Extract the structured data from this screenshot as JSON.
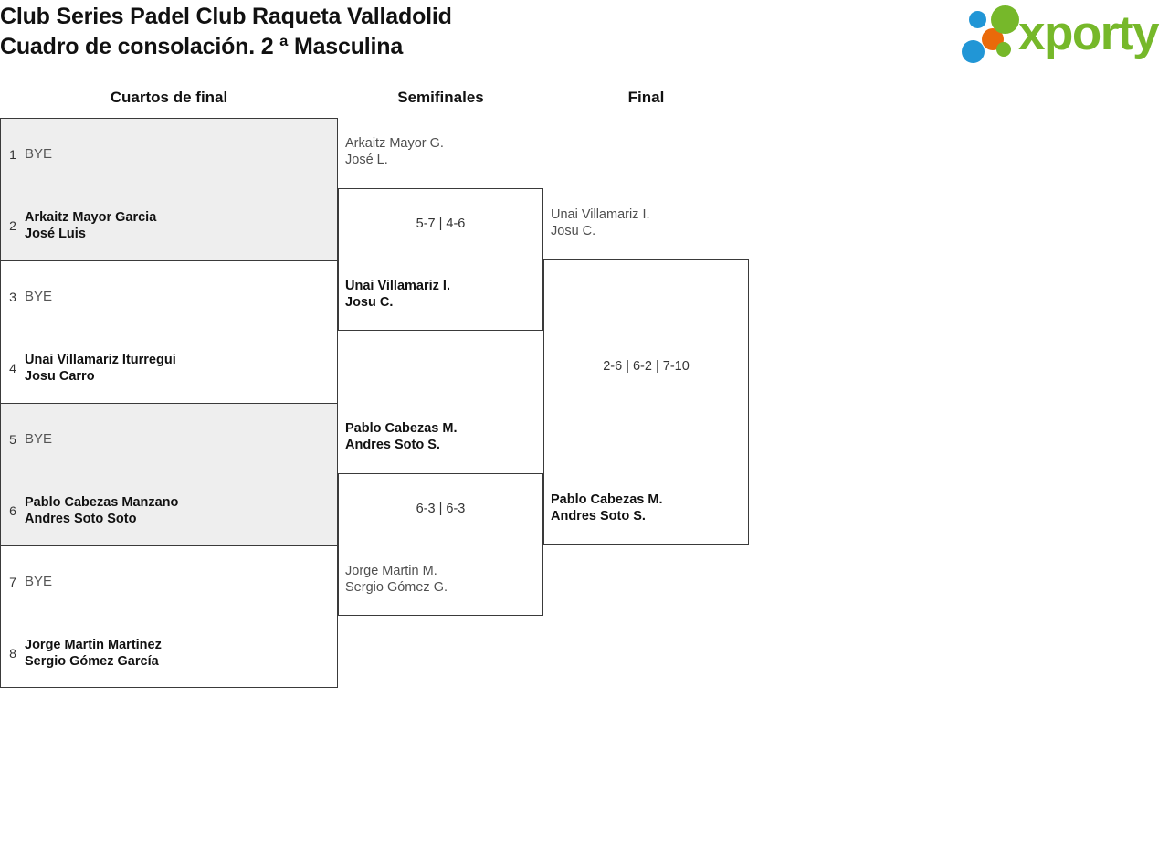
{
  "header": {
    "title_line1": "Club Series Padel Club Raqueta Valladolid",
    "title_line2": "Cuadro de consolación. 2 ª Masculina",
    "logo_text": "xporty",
    "logo_colors": {
      "green": "#76b82a",
      "blue": "#2196d6",
      "orange": "#ea6a0a"
    }
  },
  "rounds": [
    {
      "label": "Cuartos de final"
    },
    {
      "label": "Semifinales"
    },
    {
      "label": "Final"
    }
  ],
  "quarterfinals": [
    {
      "shaded": true,
      "top": {
        "seed": "1",
        "lines": [
          "BYE"
        ],
        "status": "bye"
      },
      "bottom": {
        "seed": "2",
        "lines": [
          "Arkaitz Mayor Garcia",
          "José Luis"
        ],
        "status": "winner"
      }
    },
    {
      "shaded": false,
      "top": {
        "seed": "3",
        "lines": [
          "BYE"
        ],
        "status": "bye"
      },
      "bottom": {
        "seed": "4",
        "lines": [
          "Unai Villamariz Iturregui",
          "Josu Carro"
        ],
        "status": "winner"
      }
    },
    {
      "shaded": true,
      "top": {
        "seed": "5",
        "lines": [
          "BYE"
        ],
        "status": "bye"
      },
      "bottom": {
        "seed": "6",
        "lines": [
          "Pablo Cabezas Manzano",
          "Andres Soto Soto"
        ],
        "status": "winner"
      }
    },
    {
      "shaded": false,
      "top": {
        "seed": "7",
        "lines": [
          "BYE"
        ],
        "status": "bye"
      },
      "bottom": {
        "seed": "8",
        "lines": [
          "Jorge Martin Martinez",
          "Sergio Gómez García"
        ],
        "status": "winner"
      }
    }
  ],
  "semifinals": [
    {
      "top": {
        "lines": [
          "Arkaitz Mayor G.",
          "José L."
        ],
        "status": "loser"
      },
      "bottom": {
        "lines": [
          "Unai Villamariz I.",
          "Josu C."
        ],
        "status": "winner"
      },
      "score": "5-7 | 4-6"
    },
    {
      "top": {
        "lines": [
          "Pablo Cabezas M.",
          "Andres Soto S."
        ],
        "status": "winner"
      },
      "bottom": {
        "lines": [
          "Jorge Martin M.",
          "Sergio Gómez G."
        ],
        "status": "loser"
      },
      "score": "6-3 | 6-3"
    }
  ],
  "final": {
    "top": {
      "lines": [
        "Unai Villamariz I.",
        "Josu C."
      ],
      "status": "loser"
    },
    "bottom": {
      "lines": [
        "Pablo Cabezas M.",
        "Andres Soto S."
      ],
      "status": "winner"
    },
    "score": "2-6 | 6-2 | 7-10"
  }
}
